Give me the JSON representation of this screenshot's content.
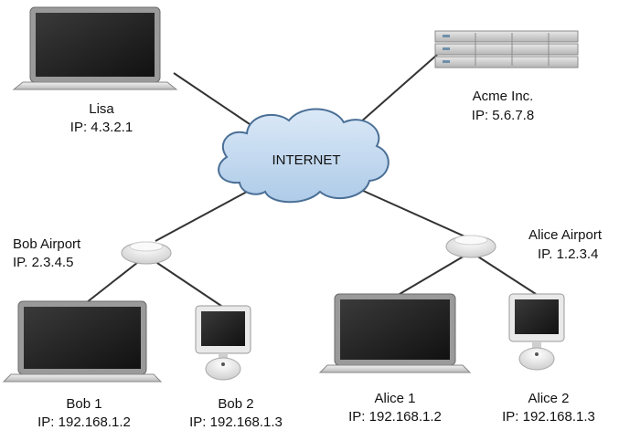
{
  "cloud": {
    "label": "INTERNET"
  },
  "nodes": {
    "lisa": {
      "name": "Lisa",
      "ip": "IP: 4.3.2.1",
      "icon": "laptop-icon"
    },
    "acme": {
      "name": "Acme Inc.",
      "ip": "IP: 5.6.7.8",
      "icon": "server-rack-icon"
    },
    "bob_airport": {
      "name": "Bob Airport",
      "ip": "IP. 2.3.4.5",
      "icon": "router-icon"
    },
    "alice_airport": {
      "name": "Alice Airport",
      "ip": "IP. 1.2.3.4",
      "icon": "router-icon"
    },
    "bob1": {
      "name": "Bob 1",
      "ip": "IP: 192.168.1.2",
      "icon": "laptop-icon"
    },
    "bob2": {
      "name": "Bob 2",
      "ip": "IP: 192.168.1.3",
      "icon": "desktop-monitor-icon"
    },
    "alice1": {
      "name": "Alice 1",
      "ip": "IP: 192.168.1.2",
      "icon": "laptop-icon"
    },
    "alice2": {
      "name": "Alice 2",
      "ip": "IP: 192.168.1.3",
      "icon": "desktop-monitor-icon"
    }
  },
  "links": [
    [
      "lisa",
      "internet"
    ],
    [
      "acme",
      "internet"
    ],
    [
      "internet",
      "bob_airport"
    ],
    [
      "internet",
      "alice_airport"
    ],
    [
      "bob_airport",
      "bob1"
    ],
    [
      "bob_airport",
      "bob2"
    ],
    [
      "alice_airport",
      "alice1"
    ],
    [
      "alice_airport",
      "alice2"
    ]
  ]
}
